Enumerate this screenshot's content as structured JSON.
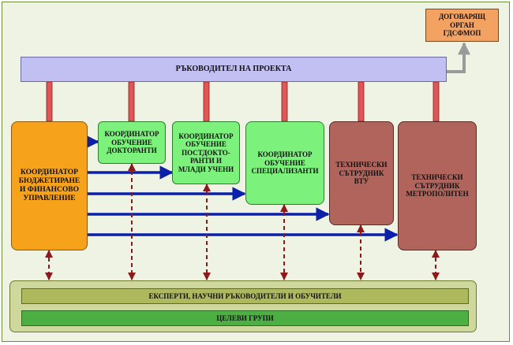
{
  "diagram": {
    "contracting_body": "ДОГОВАРЯЩ\nОРГАН\nГДСФМОП",
    "project_leader": "РЪКОВОДИТЕЛ НА ПРОЕКТА",
    "budget_coordinator": "КООРДИНАТОР\nБЮДЖЕТИРАНЕ\nИ ФИНАНСОВО\nУПРАВЛЕНИЕ",
    "doctoral_coordinator": "КООРДИНАТОР\nОБУЧЕНИЕ\nДОКТОРАНТИ",
    "postdoc_coordinator": "КООРДИНАТОР\nОБУЧЕНИЕ\nПОСТДОКТО-\nРАНТИ И\nМЛАДИ УЧЕНИ",
    "specializants_coordinator": "КООРДИНАТОР\nОБУЧЕНИЕ\nСПЕЦИАЛИЗАНТИ",
    "tech_assistant_vtu": "ТЕХНИЧЕСКИ\nСЪТРУДНИК\nВТУ",
    "tech_assistant_metro": "ТЕХНИЧЕСКИ\nСЪТРУДНИК\nМЕТРОПОЛИТЕН",
    "experts_bar": "ЕКСПЕРТИ, НАУЧНИ РЪКОВОДИТЕЛИ И ОБУЧИТЕЛИ",
    "target_groups_bar": "ЦЕЛЕВИ ГРУПИ"
  },
  "colors": {
    "background": "#eef3e4",
    "border": "#6b8e3a",
    "contracting_body": "#f4a261",
    "project_leader": "#c2c0f2",
    "budget_coordinator": "#f7a21b",
    "green_coordinator": "#7cf27c",
    "tech_assistant": "#b0645c",
    "bottom_outer": "#cfd89c",
    "experts_bar": "#aeb95d",
    "target_groups_bar": "#4caf43",
    "red_connector": "#e05656",
    "blue_arrow": "#0b1fa8",
    "dashed_arrow": "#8b1a1a",
    "gray_arrow": "#9a9a9a"
  }
}
